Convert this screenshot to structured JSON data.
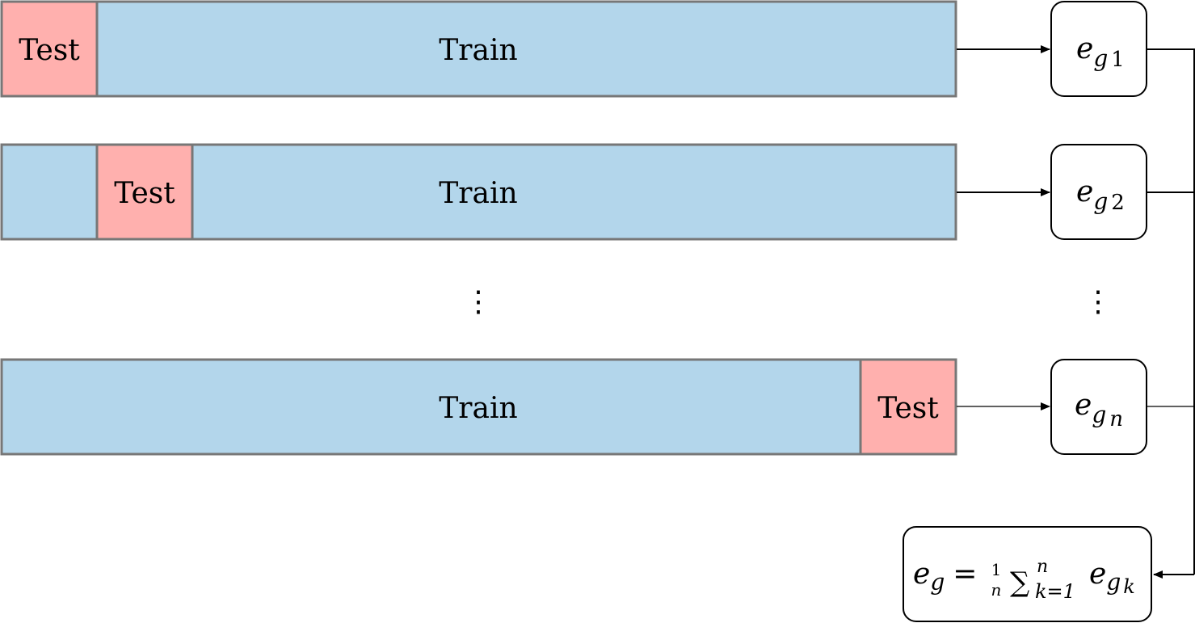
{
  "colors": {
    "test": "#FFB0AE",
    "train": "#B3D6EB",
    "border": "#777777"
  },
  "folds": [
    {
      "test_label": "Test",
      "train_label": "Train",
      "error": {
        "base": "e",
        "sub": "g",
        "index": "1"
      }
    },
    {
      "test_label": "Test",
      "train_label": "Train",
      "error": {
        "base": "e",
        "sub": "g",
        "index": "2"
      }
    },
    {
      "test_label": "Test",
      "train_label": "Train",
      "error": {
        "base": "e",
        "sub": "g",
        "index": "n"
      }
    }
  ],
  "ellipsis": "⋮",
  "formula": {
    "lhs_base": "e",
    "lhs_sub": "g",
    "equals": "=",
    "frac_num": "1",
    "frac_den": "n",
    "sum": "∑",
    "sum_upper": "n",
    "sum_lower": "k=1",
    "term_base": "e",
    "term_sub": "g",
    "term_index": "k"
  }
}
